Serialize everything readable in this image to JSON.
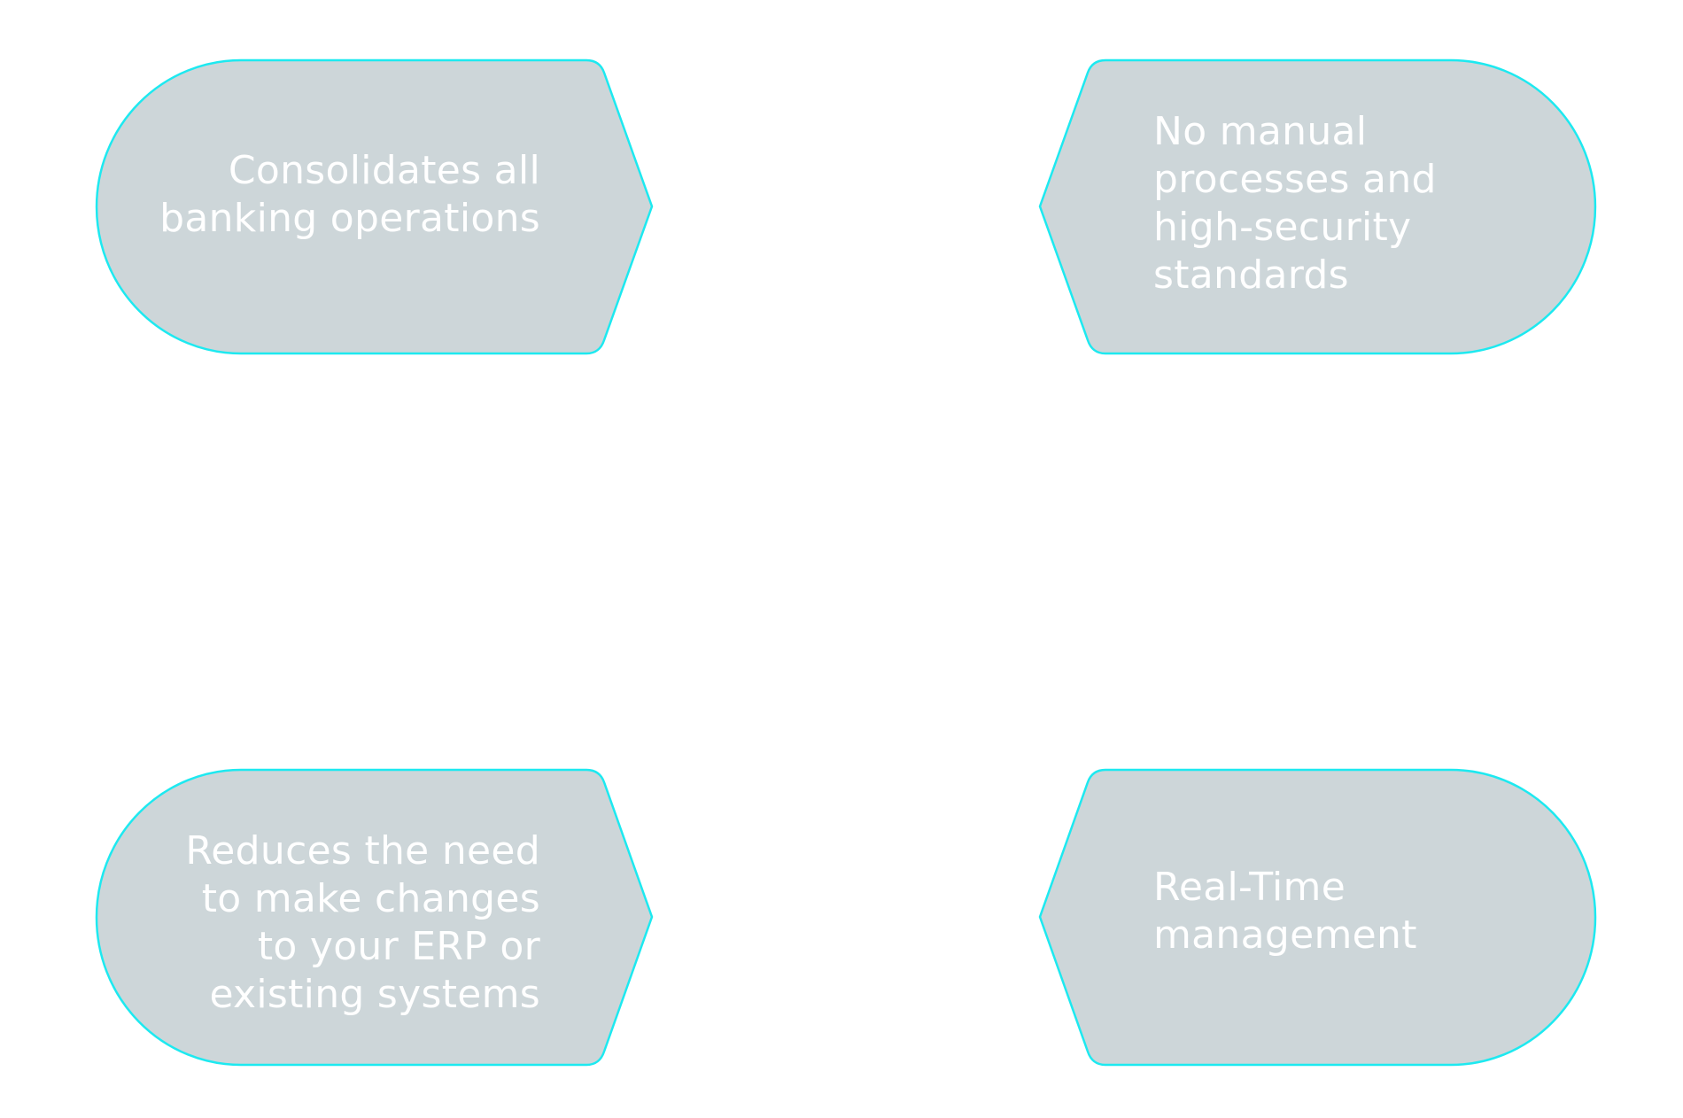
{
  "colors": {
    "shape_fill": "#cdd6d9",
    "shape_outline": "#1de9f0",
    "text": "#ffffff",
    "background": "#ffffff"
  },
  "cards": [
    {
      "id": "consolidates",
      "lines": [
        "Consolidates all",
        "banking operations"
      ]
    },
    {
      "id": "no-manual",
      "lines": [
        "No manual",
        "processes and",
        "high-security",
        "standards"
      ]
    },
    {
      "id": "reduces",
      "lines": [
        "Reduces the need",
        "to make changes",
        "to your ERP or",
        "existing systems"
      ]
    },
    {
      "id": "real-time",
      "lines": [
        "Real-Time",
        "management"
      ]
    }
  ]
}
